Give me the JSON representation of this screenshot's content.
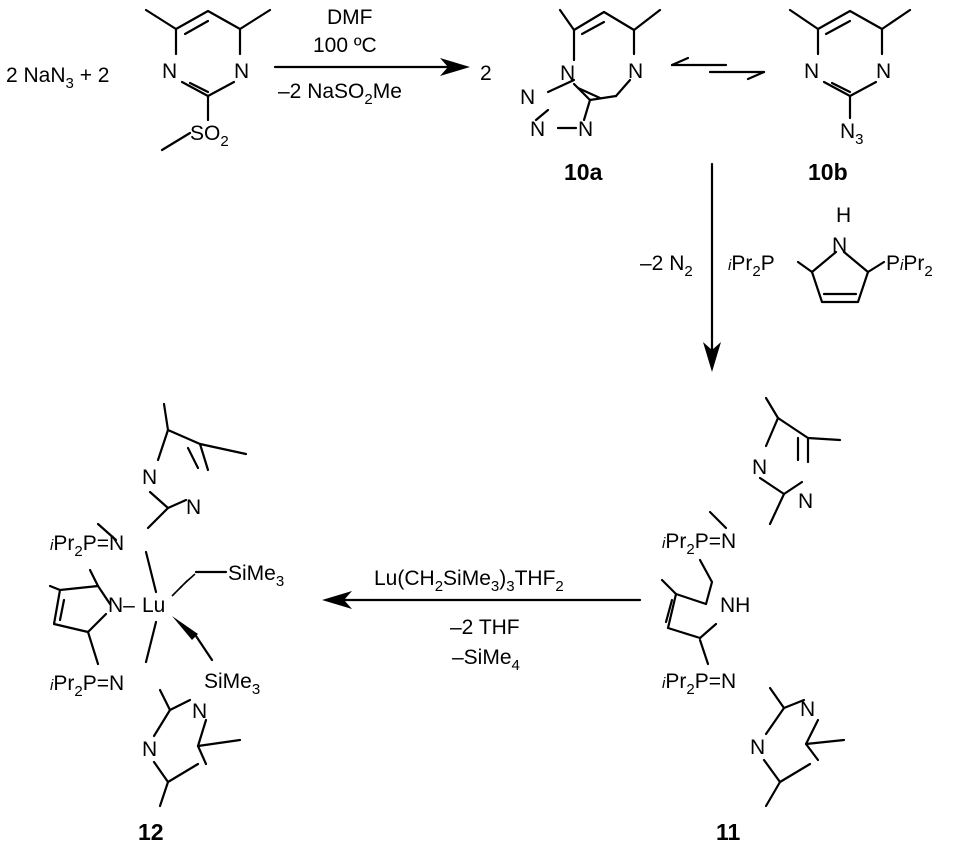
{
  "reactant_prefix": "2 NaN",
  "reactant_prefix_sub": "3",
  "reactant_plus": " + 2",
  "sulfonyl": "SO",
  "sulfonyl_sub": "2",
  "atom_N": "N",
  "azide_N": "N",
  "azide_sub": "3",
  "step1": {
    "line1": "DMF",
    "line2": "100 ºC",
    "line3_a": "–2 NaSO",
    "line3_sub": "2",
    "line3_b": "Me"
  },
  "coef_2": "2",
  "label_10a": "10a",
  "label_10b": "10b",
  "step2": {
    "text": "–2 N",
    "sub": "2"
  },
  "pyrrole_NH": "H",
  "iPr": {
    "i": "i",
    "Pr": "Pr",
    "sub": "2",
    "P": "P"
  },
  "step3": {
    "line1_a": "Lu(CH",
    "line1_s1": "2",
    "line1_b": "SiMe",
    "line1_s2": "3",
    "line1_c": ")",
    "line1_s3": "3",
    "line1_d": "THF",
    "line1_s4": "2",
    "line2": "–2 THF",
    "line3_a": "–SiMe",
    "line3_sub": "4"
  },
  "P_eq_N": "=N",
  "NH": "NH",
  "Lu": "Lu",
  "N_dash": "N–",
  "SiMe3": {
    "a": "SiMe",
    "sub": "3"
  },
  "label_11": "11",
  "label_12": "12"
}
